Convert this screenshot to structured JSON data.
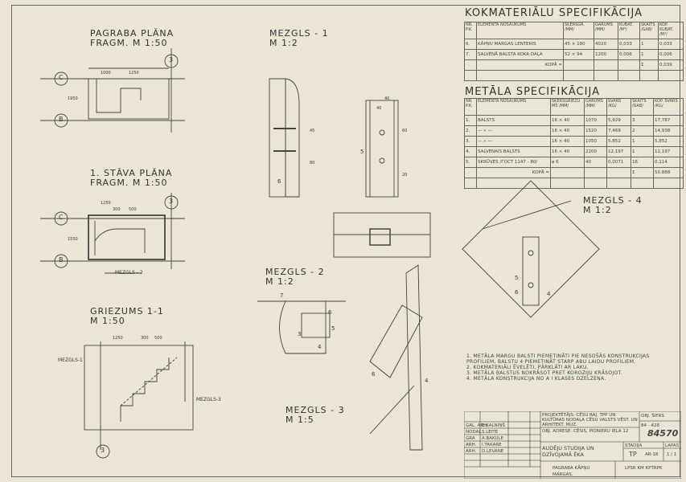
{
  "views": {
    "basement_plan": {
      "title": "PAGRABA PLĀNA",
      "subtitle": "FRAGM. M 1:50",
      "axes": [
        "C",
        "B",
        "3"
      ],
      "dims": [
        "1000",
        "1250",
        "1950"
      ]
    },
    "node1": {
      "title": "MEZGLS - 1",
      "scale": "M 1:2",
      "dims": [
        "40",
        "40",
        "60",
        "20",
        "45",
        "80",
        "5",
        "6"
      ]
    },
    "first_floor_plan": {
      "title": "1. STĀVA PLĀNA",
      "subtitle": "FRAGM. M 1:50",
      "axes": [
        "C",
        "B",
        "3"
      ],
      "label": "MEZGLS - 2",
      "dims": [
        "300",
        "500",
        "1250",
        "1550"
      ]
    },
    "node2": {
      "title": "MEZGLS - 2",
      "scale": "M 1:2",
      "dims": [
        "7",
        "6",
        "5",
        "3",
        "4"
      ]
    },
    "section": {
      "title": "GRIEZUMS 1-1",
      "scale": "M 1:50",
      "labels": [
        "MEZGLS-1",
        "MEZGLS-3"
      ],
      "axis": "3",
      "dims": [
        "1250",
        "300",
        "500"
      ]
    },
    "node3": {
      "title": "MEZGLS - 3",
      "scale": "M 1:5",
      "dims": [
        "6",
        "4"
      ]
    },
    "node4": {
      "title": "MEZGLS - 4",
      "scale": "M 1:2",
      "dims": [
        "5",
        "6",
        "4"
      ]
    }
  },
  "wood_spec": {
    "title": "KOKMATERIĀLU SPECIFIKĀCIJA",
    "headers": [
      "NR. P.K.",
      "ELEMENTA NOSAUKUMS",
      "ŠĶĒRSGR. /MM/",
      "GARUMS /MM/",
      "KUBAT. /M³/",
      "SKAITS /GAB/",
      "KOP. KUBAT. /M³/"
    ],
    "rows": [
      [
        "6.",
        "KĀPŅU MARGAS LENTERIS",
        "45 × 180",
        "4020",
        "0,033",
        "1",
        "0,033"
      ],
      [
        "7.",
        "SALVENĀ BALSTA KOKA DAĻA",
        "52 × 94",
        "1200",
        "0,006",
        "1",
        "0,006"
      ],
      [
        "",
        "KOPĀ =",
        "",
        "",
        "",
        "Σ",
        "0,039"
      ]
    ]
  },
  "metal_spec": {
    "title": "METĀLA SPECIFIKĀCIJA",
    "headers": [
      "NR. P.K.",
      "ELEMENTA NOSAUKUMS",
      "ŠĶĒRSGRIEZUMS /MM/",
      "GARUMS /MM/",
      "SVARS /KG/",
      "SKAITS /GAB/",
      "KOP. SVARS /KG/"
    ],
    "rows": [
      [
        "1.",
        "BALSTS",
        "16 × 40",
        "1070",
        "5,929",
        "3",
        "17,787"
      ],
      [
        "2.",
        "— » —",
        "16 × 40",
        "1520",
        "7,469",
        "2",
        "14,938"
      ],
      [
        "3.",
        "— » —",
        "16 × 40",
        "1050",
        "5,852",
        "1",
        "5,852"
      ],
      [
        "4.",
        "SALVENAIS BALSTS",
        "16 × 40",
        "2200",
        "12,197",
        "1",
        "12,197"
      ],
      [
        "5.",
        "SKRŪVES /ГОСТ 1147 - 80/",
        "ø 6",
        "40",
        "0,0071",
        "16",
        "0,114"
      ],
      [
        "",
        "KOPĀ =",
        "",
        "",
        "",
        "Σ",
        "50,888"
      ]
    ]
  },
  "notes": [
    "1. METĀLA MARGU BALSTI PIEMETINĀTI PIE NESOŠĀS KONSTRUKCIJAS PROFILIEM, BALSTU 4 PIEMETINĀT STARP ABU LAIDU PROFILIEM.",
    "2. KOKMATERIĀLI ĒVELĒTI, PĀRKLĀTI AR LAKU.",
    "3. METĀLA BALSTUS NOKRĀSOT PRET KOROZIJU KRĀSOJOT.",
    "4. METĀLA KONSTRUKCIJA NO A I KLASES DZELZEŅA."
  ],
  "title_block": {
    "staff": [
      [
        "GAL. ARH.",
        "E.KALNIŅŠ"
      ],
      [
        "NODAĻ.",
        "S.LEITE"
      ],
      [
        "GRA",
        "A.BAKULE"
      ],
      [
        "ARH.",
        "I.TAKARE"
      ],
      [
        "ARH.",
        "D.LEVANE"
      ]
    ],
    "project": "PROJEKTĒTĀJS: CĒSU RAJ. TPP UN KULTŪRAS NODAĻA CĒSU VALSTS VĒST. UN ARHITEKT. MUZ.",
    "address": "OBJ. ADRESE: CĒSIS, PIONIERU IELA 12",
    "object": "AUDĒJU STUDIJA UN DZĪVOJAMĀ ĒKA",
    "stage_label": "STADIJA",
    "stage": "TP",
    "sheet_label": "LAPAS",
    "sheet_code": "AR-18",
    "sheet_no": "1 / 1",
    "obj_code_label": "OBJ. ŠIFRS",
    "obj_code": "84 - 428",
    "archive_no": "84570",
    "drawing_name": "PAGRABA KĀPŅU MARGAS.",
    "org": "LPSR KM KPTRPK"
  }
}
